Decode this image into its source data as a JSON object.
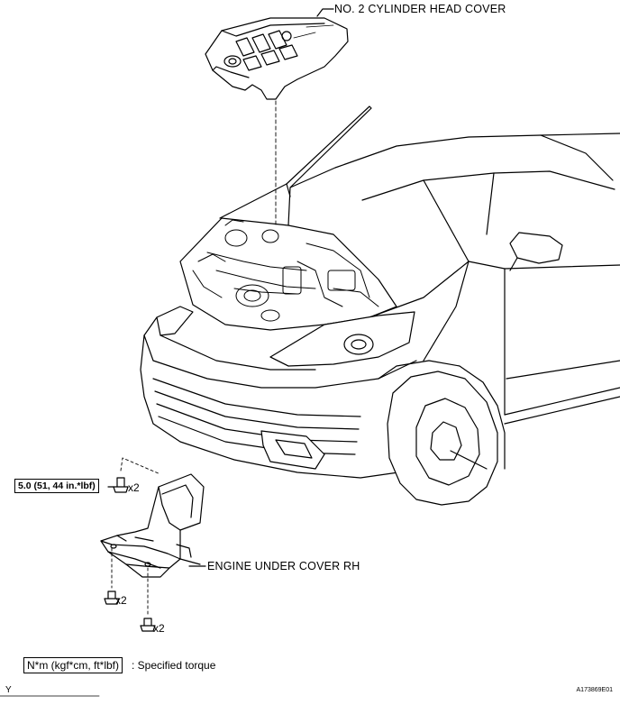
{
  "labels": {
    "head_cover": "NO. 2 CYLINDER HEAD COVER",
    "under_cover": "ENGINE UNDER COVER RH"
  },
  "torque": {
    "value": "5.0 (51, 44 in.*lbf)"
  },
  "quantities": {
    "top_bolt": "x2",
    "mid_bolt": "x2",
    "bottom_bolt": "x2"
  },
  "legend": {
    "unit": "N*m (kgf*cm, ft*lbf)",
    "text": ": Specified torque"
  },
  "figure_id": "A173869E01",
  "corner_mark": "Y"
}
